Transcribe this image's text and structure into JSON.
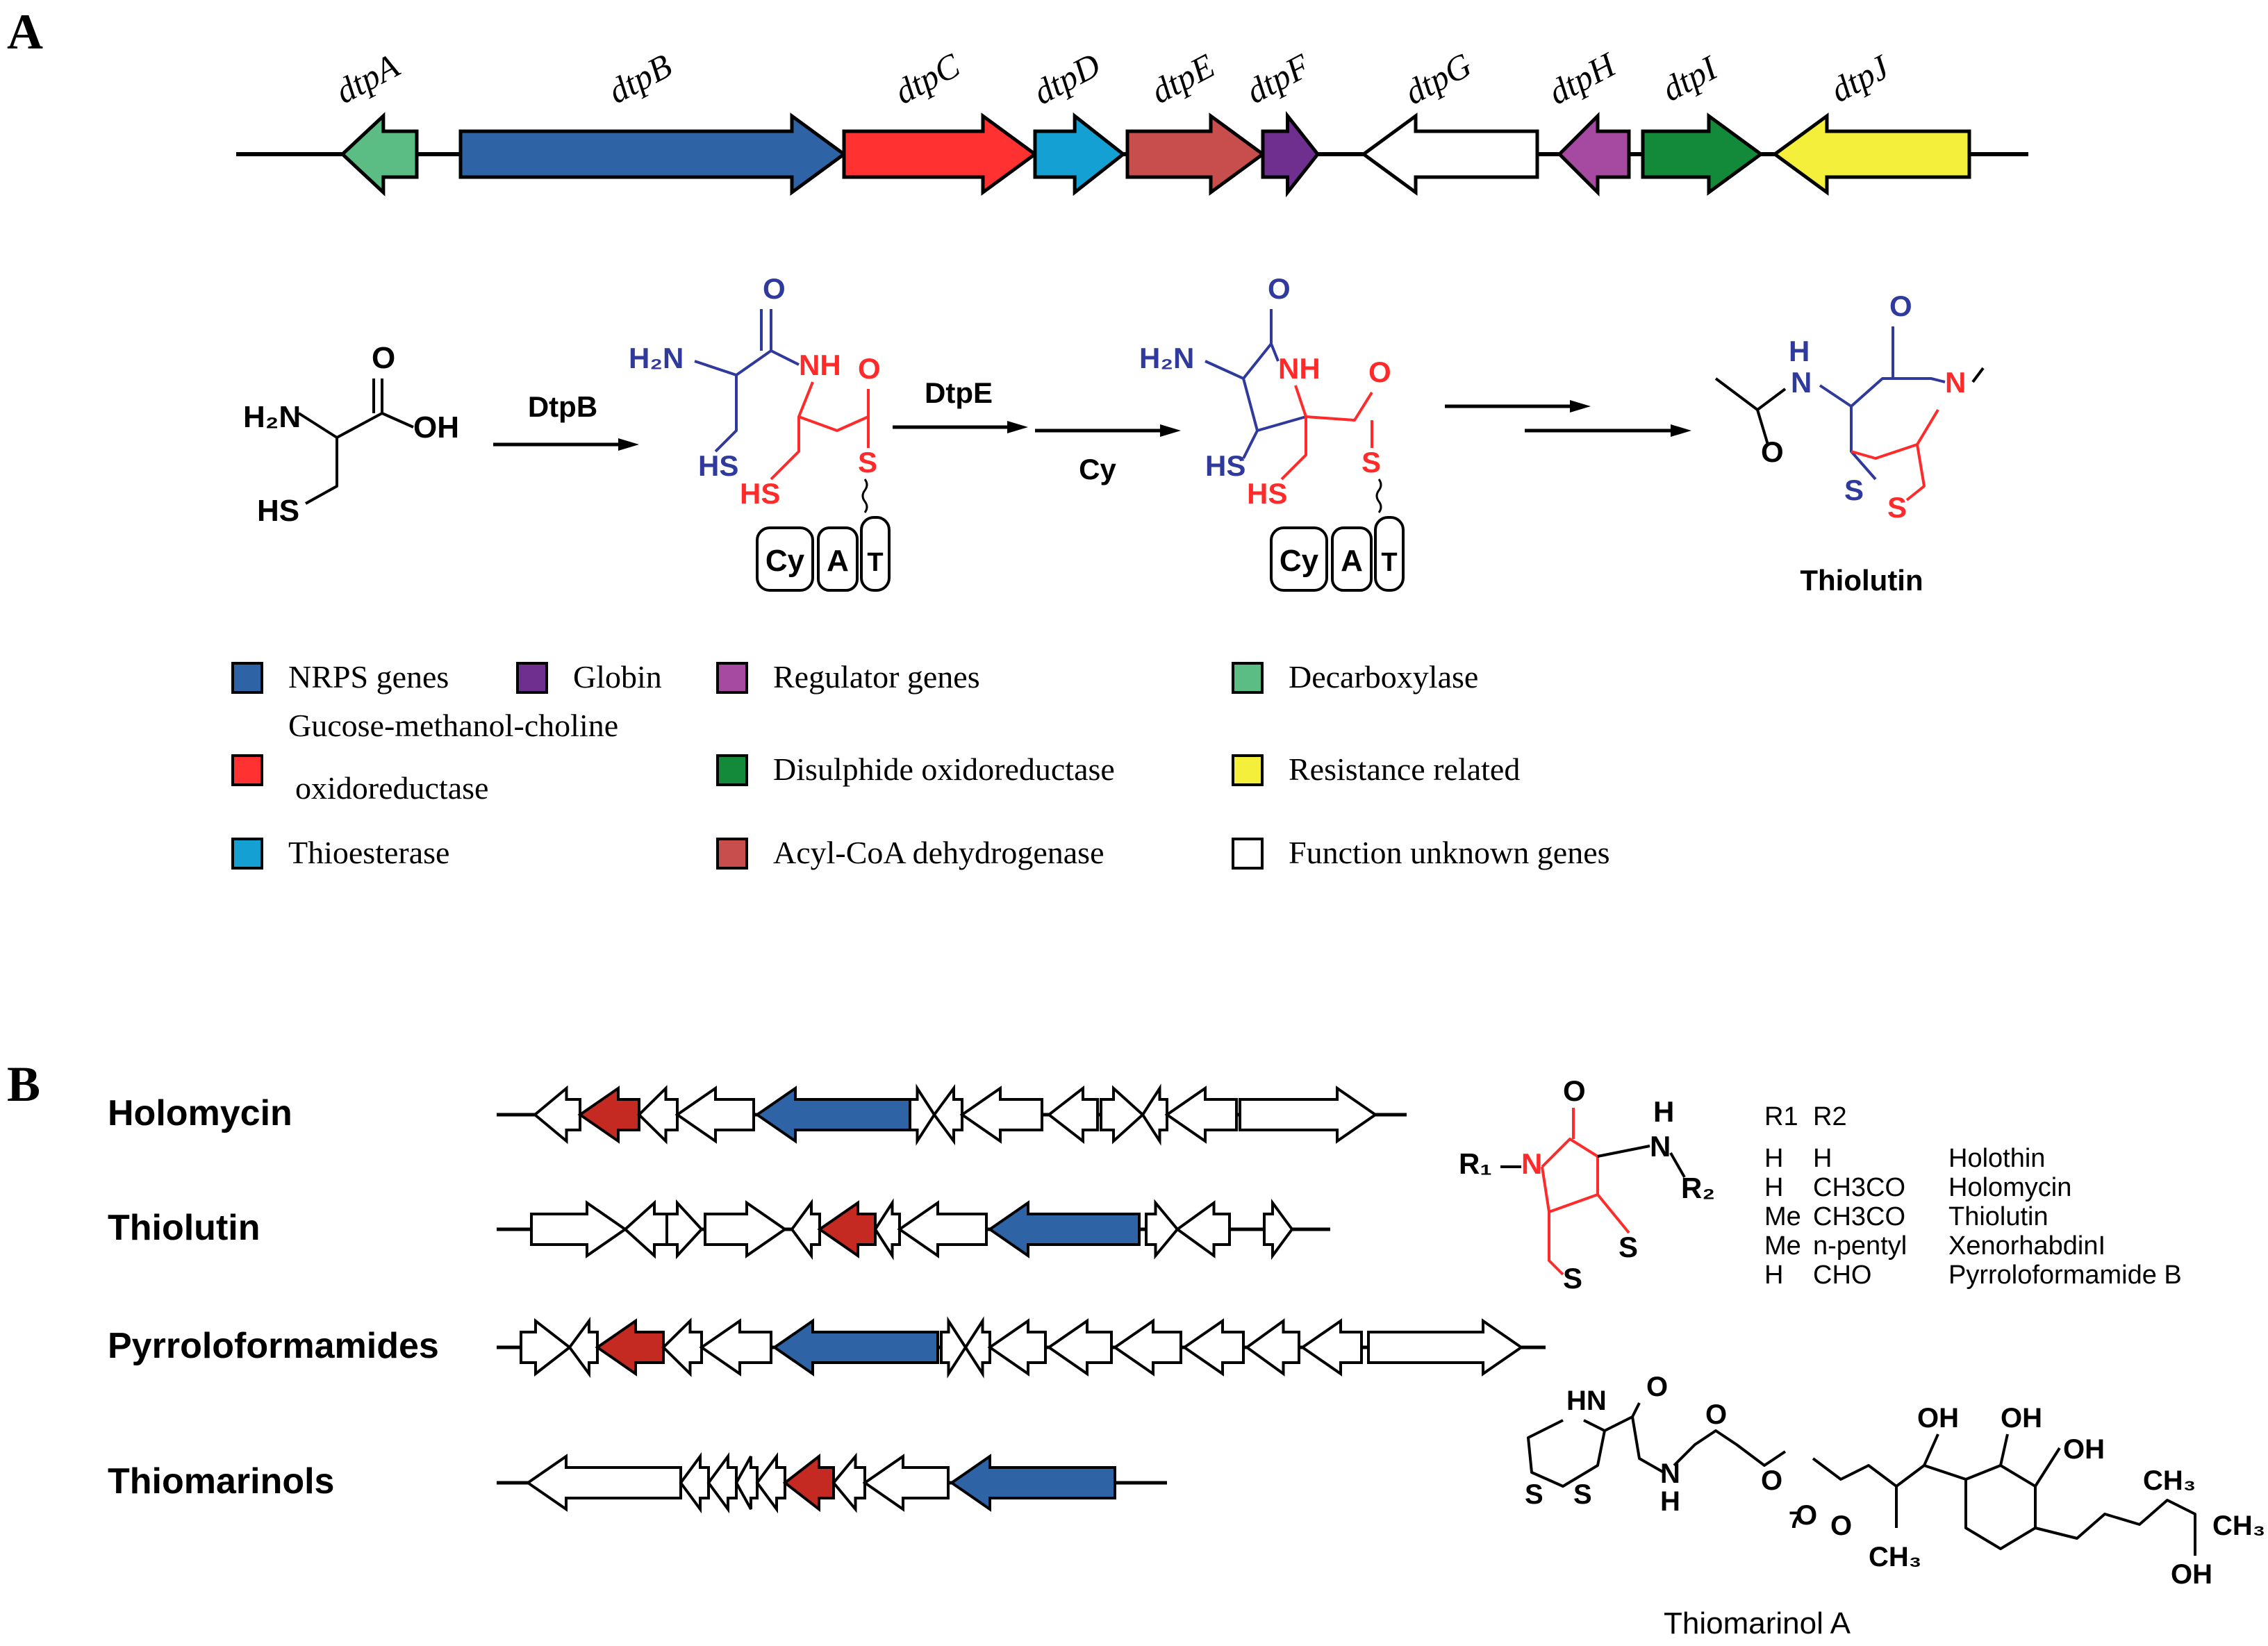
{
  "panel_labels": {
    "a": "A",
    "b": "B"
  },
  "colors": {
    "nrps": "#2e64a6",
    "globin": "#6f2f8f",
    "regulator": "#a54aa0",
    "decarboxylase": "#5bbd83",
    "gmc": "#ff3131",
    "disulphide": "#138a3a",
    "resistance": "#f3ef3a",
    "thioesterase": "#14a0d2",
    "acyl": "#c74e4c",
    "unknown": "#ffffff",
    "panel_b_red": "#c42a22",
    "chem_blue": "#2f3a9c",
    "chem_red": "#ff2a2a"
  },
  "genes": [
    {
      "name": "dtpA",
      "category": "decarboxylase"
    },
    {
      "name": "dtpB",
      "category": "nrps"
    },
    {
      "name": "dtpC",
      "category": "gmc"
    },
    {
      "name": "dtpD",
      "category": "thioesterase"
    },
    {
      "name": "dtpE",
      "category": "acyl"
    },
    {
      "name": "dtpF",
      "category": "globin"
    },
    {
      "name": "dtpG",
      "category": "unknown"
    },
    {
      "name": "dtpH",
      "category": "regulator"
    },
    {
      "name": "dtpI",
      "category": "disulphide"
    },
    {
      "name": "dtpJ",
      "category": "resistance"
    }
  ],
  "pathway": {
    "enzyme1": "DtpB",
    "enzyme2": "DtpE",
    "enzyme2_sub": "Cy",
    "domain_cy": "Cy",
    "domain_a": "A",
    "domain_t": "T",
    "product": "Thiolutin",
    "atoms": {
      "o": "O",
      "h2n": "H₂N",
      "oh": "OH",
      "hs": "HS",
      "nh": "NH",
      "s": "S",
      "n": "N",
      "h": "H"
    }
  },
  "legend": {
    "nrps": "NRPS genes",
    "globin": "Globin",
    "regulator": "Regulator genes",
    "decarboxylase": "Decarboxylase",
    "gmc_line1": "Gucose-methanol-choline",
    "gmc_line2": "oxidoreductase",
    "disulphide": "Disulphide  oxidoreductase",
    "resistance": "Resistance related",
    "thioesterase": "Thioesterase",
    "acyl": "Acyl-CoA dehydrogenase",
    "unknown": "Function unknown genes"
  },
  "clusters": [
    {
      "name": "Holomycin"
    },
    {
      "name": "Thiolutin"
    },
    {
      "name": "Pyrroloformamides"
    },
    {
      "name": "Thiomarinols"
    }
  ],
  "table": {
    "header": [
      "R1",
      "R2"
    ],
    "rows": [
      [
        "H",
        "H",
        "Holothin"
      ],
      [
        "H",
        "CH3CO",
        "Holomycin"
      ],
      [
        "Me",
        "CH3CO",
        "Thiolutin"
      ],
      [
        "Me",
        "n-pentyl",
        "XenorhabdinI"
      ],
      [
        "H",
        "CHO",
        "Pyrroloformamide B"
      ]
    ]
  },
  "core_labels": {
    "o": "O",
    "h": "H",
    "n": "N",
    "r1": "R₁",
    "r2": "R₂",
    "s": "S"
  },
  "thiomarinol": {
    "name": "Thiomarinol A",
    "labels": {
      "hn": "HN",
      "o": "O",
      "s": "S",
      "n": "N",
      "h": "H",
      "oh": "OH",
      "ch3": "CH₃",
      "seven": "7"
    }
  }
}
